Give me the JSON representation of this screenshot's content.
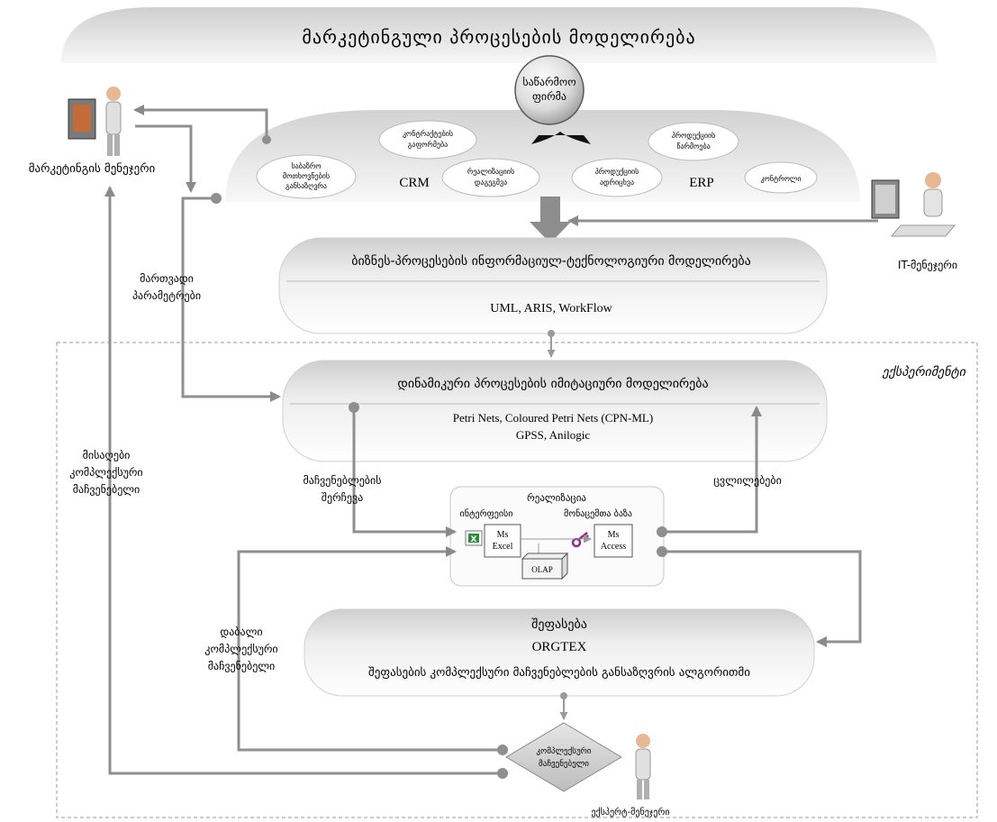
{
  "title": "მარკეტინგული პროცესების მოდელირება",
  "enterprise_label": "საწარმოო ფირმა",
  "marketing_manager_label": "მარკეტინგის მენეჯერი",
  "it_manager_label": "IT-მენეჯერი",
  "expert_manager_label": "ექსპერტ-მენეჯერი",
  "experiment_label": "ექსპერიმენტი",
  "crm_label": "CRM",
  "erp_label": "ERP",
  "ellipses": {
    "market_research": "საბაზრო მოთხოვნების განსაზღვრა",
    "contract_formation": "კონტრაქტების გაფორმება",
    "realization_planning": "რეალიზაციის დაგეგმვა",
    "product_sale": "პროდუქციის ადრიცხვა",
    "production": "პროდუქციის წარმოება",
    "control": "კონტროლი"
  },
  "box_it_modeling": {
    "title": "ბიზნეს-პროცესების ინფორმაციულ-ტექნოლოგიური მოდელირება",
    "subtitle": "UML, ARIS, WorkFlow"
  },
  "box_simulation": {
    "title": "დინამიკური პროცესების იმიტაციური მოდელირება",
    "line1": "Petri Nets, Coloured Petri Nets (CPN-ML)",
    "line2": "GPSS, Anilogic"
  },
  "box_realization": {
    "title": "რეალიზაცია",
    "interface": "ინტერფეისი",
    "database": "მონაცემთა ბაზა",
    "excel": [
      "Ms",
      "Excel"
    ],
    "access": [
      "Ms",
      "Access"
    ],
    "olap": "OLAP"
  },
  "box_evaluation": {
    "title": "შეფასება",
    "subtitle": "ORGTEX",
    "line": "შეფასების კომპლექსური მაჩვენებლების განსაზღვრის ალგორითმი"
  },
  "diamond_label": [
    "კომპლექსური",
    "მაჩვენებელი"
  ],
  "labels": {
    "control_params": [
      "მართვადი",
      "პარამეტრები"
    ],
    "indicator_selection": [
      "მაჩვენებლების",
      "შერჩევა"
    ],
    "changes": "ცვლილებები",
    "expected_index": [
      "მისაღები",
      "კომპლექსური",
      "მაჩვენებელი"
    ],
    "low_index": [
      "დაბალი",
      "კომპლექსური",
      "მაჩვენებელი"
    ]
  }
}
